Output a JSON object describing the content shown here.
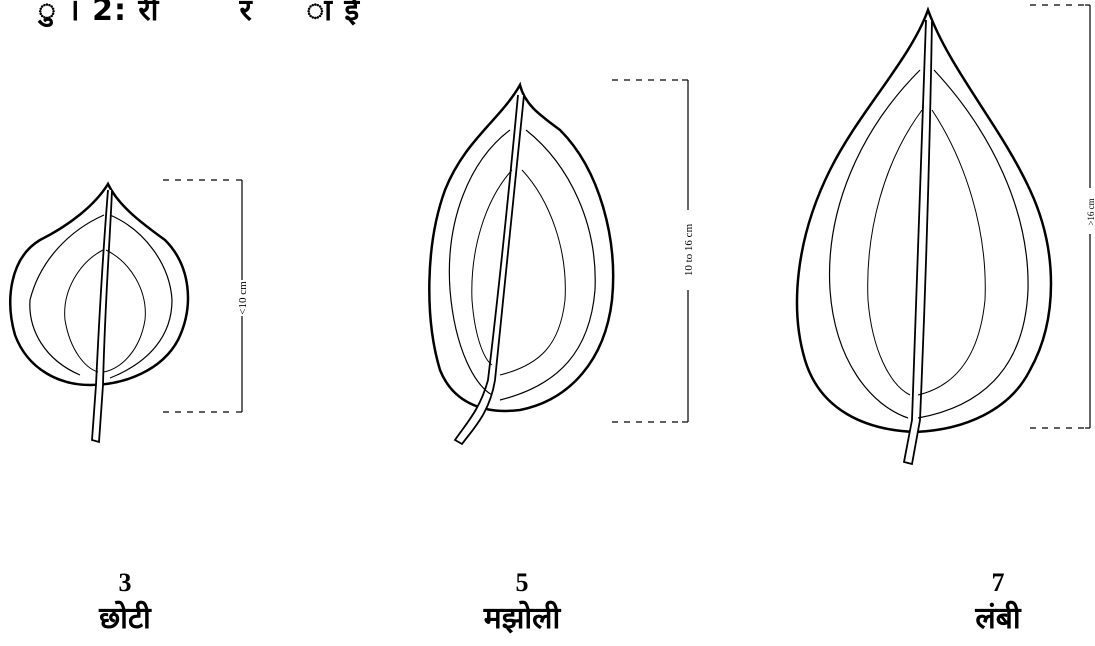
{
  "heading": "ु । 2: ‍ ‍ ‍ ‍ ‍ ‍ ‍ ‍ ‍ ‍ ‍ ‍ ‍ ‍ ‍ ‍ ‍ ‍ ‍ ‍ ‍ ‍ ‍ ‍",
  "leaves": [
    {
      "scale_label": "<10 cm",
      "score": "3",
      "category": "छोटी"
    },
    {
      "scale_label": "10 to 16 cm",
      "score": "5",
      "category": "मझोली"
    },
    {
      "scale_label": ">16 cm",
      "score": "7",
      "category": "लंबी"
    }
  ]
}
